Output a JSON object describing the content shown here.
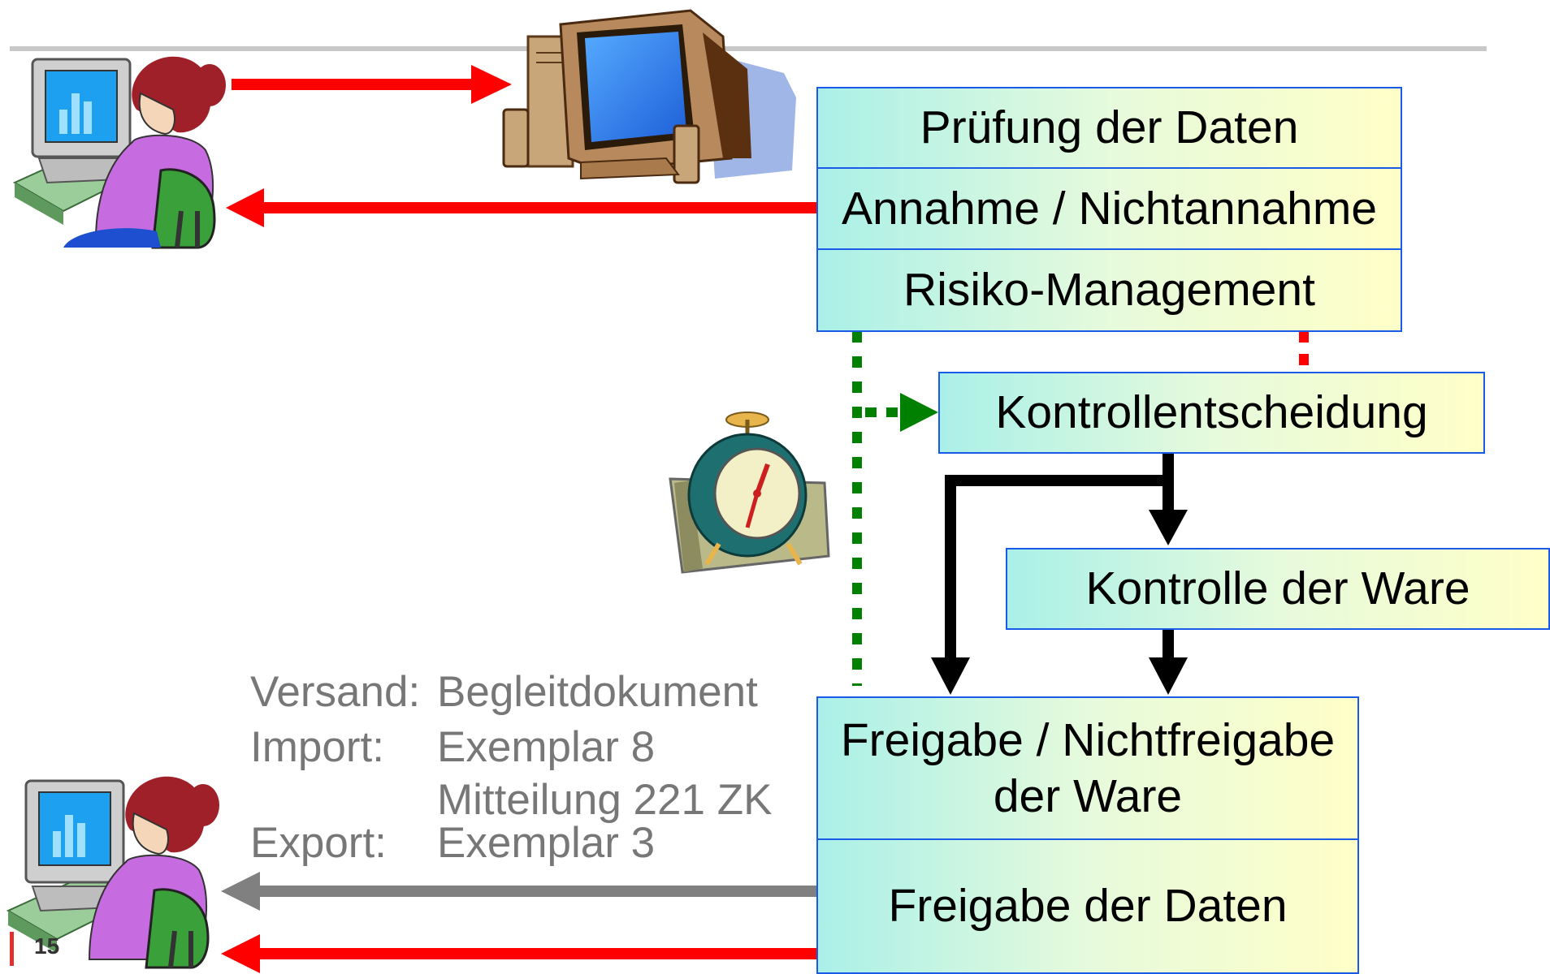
{
  "steps": {
    "data_check": "Prüfung der Daten",
    "acceptance": "Annahme / Nichtannahme",
    "risk_management": "Risiko-Management",
    "control_decision": "Kontrollentscheidung",
    "goods_control": "Kontrolle der Ware",
    "goods_release_line1": "Freigabe / Nichtfreigabe",
    "goods_release_line2": "der Ware",
    "data_release": "Freigabe der Daten"
  },
  "documents": {
    "dispatch_label": "Versand:",
    "dispatch_value": "Begleitdokument",
    "import_label": "Import:",
    "import_value_1": "Exemplar 8",
    "import_value_2": "Mitteilung 221 ZK",
    "export_label": "Export:",
    "export_value": "Exemplar 3"
  },
  "page_number": "15",
  "colors": {
    "box_border": "#1a5ae8",
    "arrow_red": "#ff0000",
    "arrow_gray": "#808080",
    "arrow_green": "#008000",
    "arrow_black": "#000000"
  },
  "icons": [
    "woman-at-computer-icon",
    "computer-monitor-icon",
    "alarm-clock-icon"
  ]
}
